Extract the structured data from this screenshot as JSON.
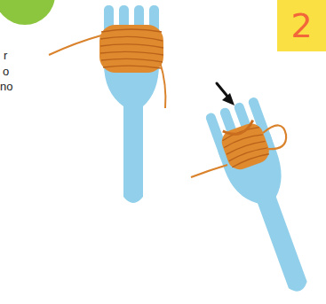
{
  "diagram": {
    "nodes": [
      {
        "text": [
          "2"
        ]
      }
    ],
    "labels": [
      "r",
      "o",
      "no"
    ]
  }
}
